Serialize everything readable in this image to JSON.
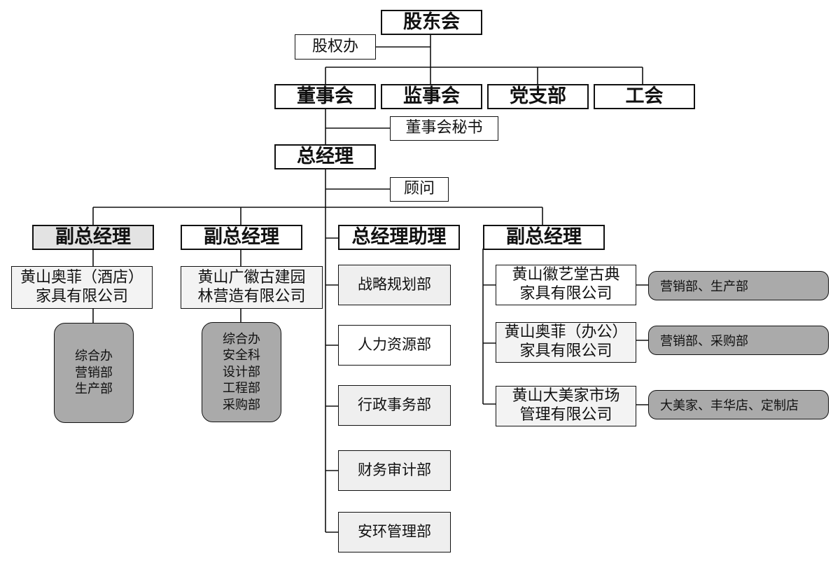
{
  "top": {
    "shareholders": "股东会",
    "equity_office": "股权办"
  },
  "boards": {
    "board_of_directors": "董事会",
    "supervisory_board": "监事会",
    "party_branch": "党支部",
    "labor_union": "工会"
  },
  "board_secretary": "董事会秘书",
  "general_manager": "总经理",
  "advisor": "顾问",
  "vp_left": {
    "title": "副总经理",
    "company": "黄山奥菲（酒店）\n家具有限公司",
    "departments": "综合办\n营销部\n生产部"
  },
  "vp_mid": {
    "title": "副总经理",
    "company": "黄山广徽古建园\n林营造有限公司",
    "departments": "综合办\n安全科\n设计部\n工程部\n采购部"
  },
  "gm_assistant": {
    "title": "总经理助理",
    "departments": [
      "战略规划部",
      "人力资源部",
      "行政事务部",
      "财务审计部",
      "安环管理部"
    ]
  },
  "vp_right": {
    "title": "副总经理",
    "companies": [
      {
        "name": "黄山徽艺堂古典\n家具有限公司",
        "units": "营销部、生产部"
      },
      {
        "name": "黄山奥菲（办公）\n家具有限公司",
        "units": "营销部、采购部"
      },
      {
        "name": "黄山大美家市场\n管理有限公司",
        "units": "大美家、丰华店、定制店"
      }
    ]
  }
}
